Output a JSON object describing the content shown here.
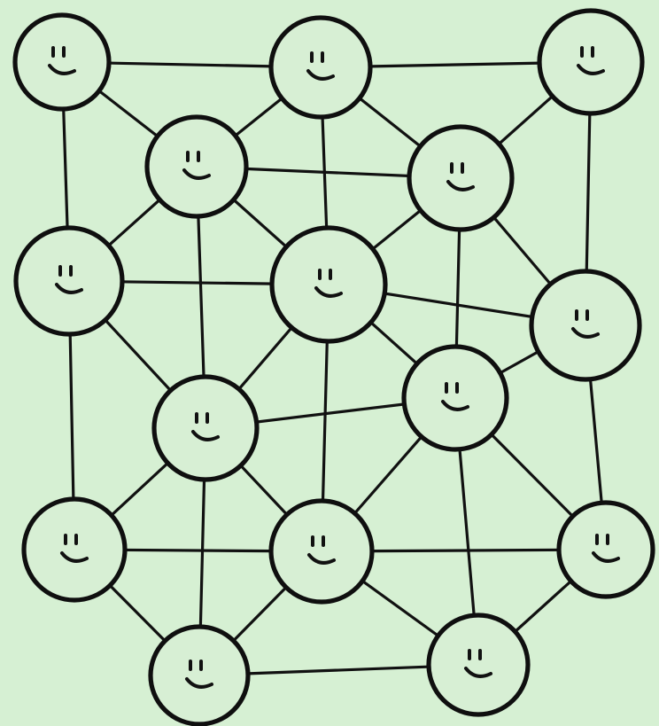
{
  "diagram": {
    "type": "network-graph",
    "node_style": "smiley-face",
    "node_icon": "smiley-face-icon",
    "colors": {
      "background": "#d6f0d3",
      "node_fill": "#d7efd4",
      "stroke": "#111111"
    },
    "nodes": [
      {
        "id": "n1",
        "name": "node-top-left"
      },
      {
        "id": "n2",
        "name": "node-top-center"
      },
      {
        "id": "n3",
        "name": "node-top-right"
      },
      {
        "id": "n4",
        "name": "node-upper-inner-left"
      },
      {
        "id": "n5",
        "name": "node-upper-inner-right"
      },
      {
        "id": "n6",
        "name": "node-middle-left"
      },
      {
        "id": "n7",
        "name": "node-center"
      },
      {
        "id": "n8",
        "name": "node-middle-right"
      },
      {
        "id": "n9",
        "name": "node-lower-inner-right"
      },
      {
        "id": "n10",
        "name": "node-lower-inner-left"
      },
      {
        "id": "n11",
        "name": "node-bottom-left"
      },
      {
        "id": "n12",
        "name": "node-bottom-center"
      },
      {
        "id": "n13",
        "name": "node-bottom-right"
      },
      {
        "id": "n14",
        "name": "node-lowest-left"
      },
      {
        "id": "n15",
        "name": "node-lowest-right"
      }
    ],
    "edges": [
      [
        "n1",
        "n2"
      ],
      [
        "n2",
        "n3"
      ],
      [
        "n1",
        "n4"
      ],
      [
        "n2",
        "n4"
      ],
      [
        "n2",
        "n5"
      ],
      [
        "n3",
        "n5"
      ],
      [
        "n1",
        "n6"
      ],
      [
        "n4",
        "n5"
      ],
      [
        "n2",
        "n7"
      ],
      [
        "n3",
        "n8"
      ],
      [
        "n4",
        "n6"
      ],
      [
        "n4",
        "n7"
      ],
      [
        "n4",
        "n10"
      ],
      [
        "n5",
        "n7"
      ],
      [
        "n5",
        "n9"
      ],
      [
        "n5",
        "n8"
      ],
      [
        "n6",
        "n7"
      ],
      [
        "n6",
        "n10"
      ],
      [
        "n6",
        "n11"
      ],
      [
        "n7",
        "n8"
      ],
      [
        "n7",
        "n9"
      ],
      [
        "n7",
        "n10"
      ],
      [
        "n7",
        "n12"
      ],
      [
        "n8",
        "n9"
      ],
      [
        "n8",
        "n13"
      ],
      [
        "n9",
        "n10"
      ],
      [
        "n9",
        "n12"
      ],
      [
        "n9",
        "n13"
      ],
      [
        "n9",
        "n15"
      ],
      [
        "n10",
        "n11"
      ],
      [
        "n10",
        "n12"
      ],
      [
        "n10",
        "n14"
      ],
      [
        "n11",
        "n12"
      ],
      [
        "n11",
        "n14"
      ],
      [
        "n12",
        "n13"
      ],
      [
        "n12",
        "n14"
      ],
      [
        "n12",
        "n15"
      ],
      [
        "n13",
        "n15"
      ],
      [
        "n14",
        "n15"
      ]
    ]
  }
}
